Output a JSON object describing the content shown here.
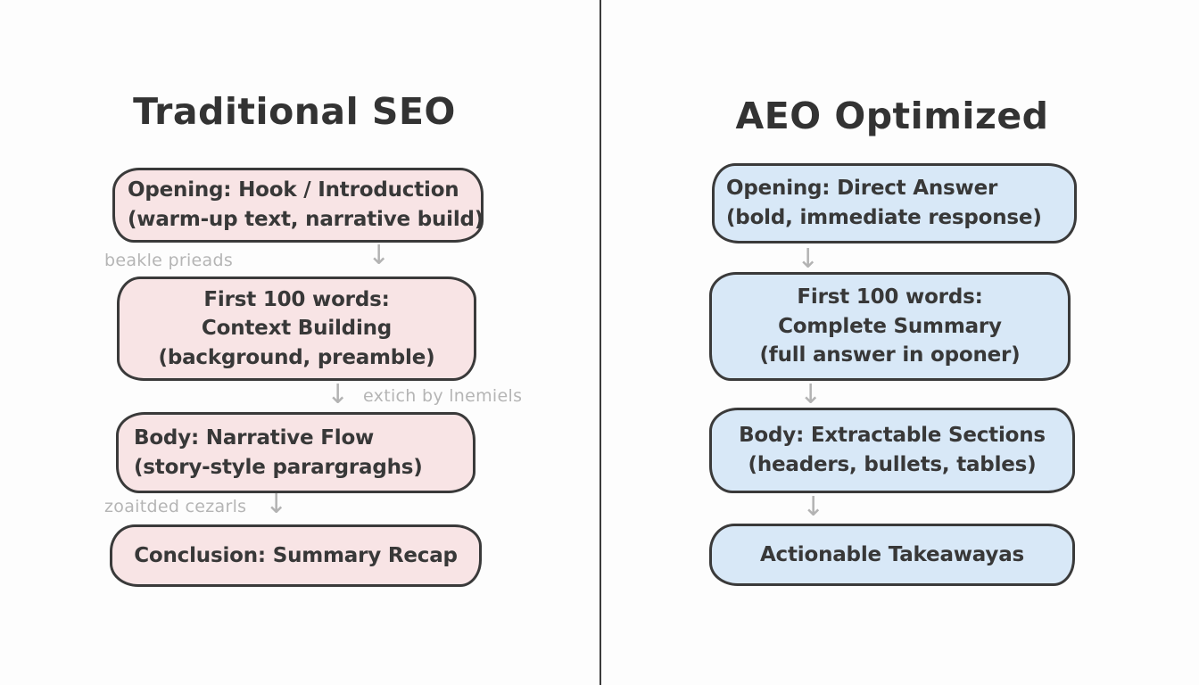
{
  "diagram": {
    "arrow_glyph": "↓",
    "colors": {
      "background": "#fdfdfd",
      "ink": "#3a3a3a",
      "muted_annotation": "#b5b5b5",
      "pink_fill": "#f8e4e5",
      "blue_fill": "#d8e8f7",
      "divider": "#3c3c3c"
    },
    "left_panel": {
      "title": "Traditional SEO",
      "boxes": [
        {
          "lines": [
            "Opening: Hook / Introduction",
            "(warm-up text, narrative build)"
          ]
        },
        {
          "lines": [
            "First 100 words:",
            "Context Building",
            "(background, preamble)"
          ]
        },
        {
          "lines": [
            "Body: Narrative Flow",
            "(story-style parargraghs)"
          ]
        },
        {
          "lines": [
            "Conclusion: Summary Recap"
          ]
        }
      ],
      "connector_notes": [
        "beakle prieads",
        "extich by lnemiels",
        "zoaitded cezarls"
      ]
    },
    "right_panel": {
      "title": "AEO Optimized",
      "boxes": [
        {
          "lines": [
            "Opening: Direct Answer",
            "(bold, immediate response)"
          ]
        },
        {
          "lines": [
            "First 100 words:",
            "Complete Summary",
            "(full answer in oponer)"
          ]
        },
        {
          "lines": [
            "Body: Extractable Sections",
            "(headers, bullets, tables)"
          ]
        },
        {
          "lines": [
            "Actionable Takeawayas"
          ]
        }
      ]
    }
  }
}
